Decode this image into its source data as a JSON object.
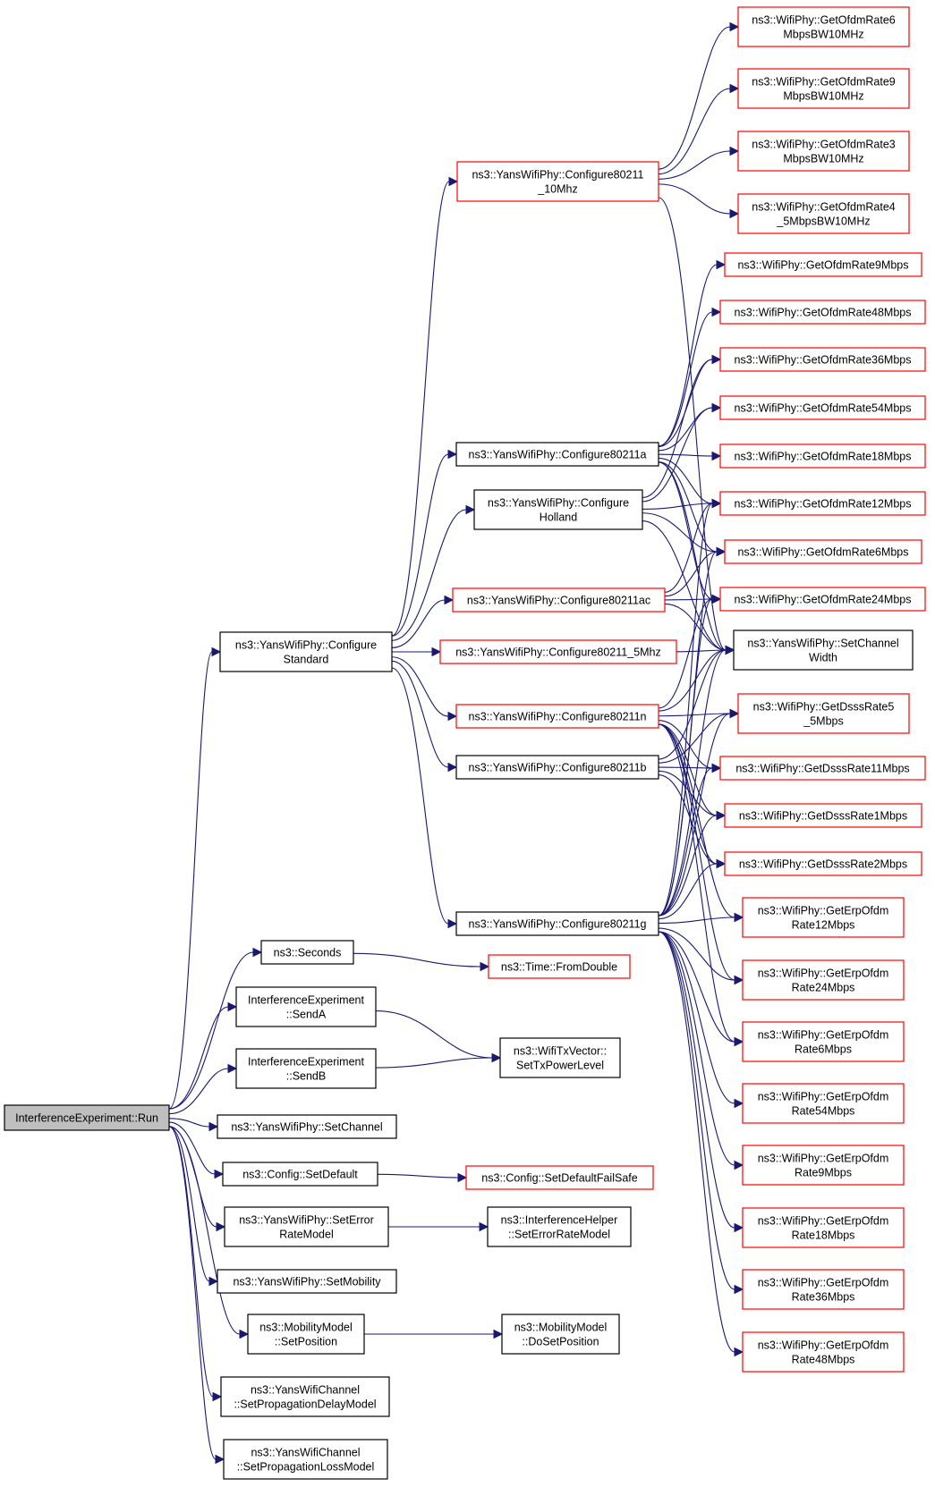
{
  "graph": {
    "nodes": [
      {
        "id": "run",
        "lines": [
          "InterferenceExperiment::Run"
        ],
        "style": "root"
      },
      {
        "id": "configstd",
        "lines": [
          "ns3::YansWifiPhy::Configure",
          "Standard"
        ],
        "style": "black"
      },
      {
        "id": "seconds",
        "lines": [
          "ns3::Seconds"
        ],
        "style": "black"
      },
      {
        "id": "senda",
        "lines": [
          "InterferenceExperiment",
          "::SendA"
        ],
        "style": "black"
      },
      {
        "id": "sendb",
        "lines": [
          "InterferenceExperiment",
          "::SendB"
        ],
        "style": "black"
      },
      {
        "id": "setchannel",
        "lines": [
          "ns3::YansWifiPhy::SetChannel"
        ],
        "style": "black"
      },
      {
        "id": "setdefault",
        "lines": [
          "ns3::Config::SetDefault"
        ],
        "style": "black"
      },
      {
        "id": "seterror",
        "lines": [
          "ns3::YansWifiPhy::SetError",
          "RateModel"
        ],
        "style": "black"
      },
      {
        "id": "setmobility",
        "lines": [
          "ns3::YansWifiPhy::SetMobility"
        ],
        "style": "black"
      },
      {
        "id": "setposition",
        "lines": [
          "ns3::MobilityModel",
          "::SetPosition"
        ],
        "style": "black"
      },
      {
        "id": "setpropdelay",
        "lines": [
          "ns3::YansWifiChannel",
          "::SetPropagationDelayModel"
        ],
        "style": "black"
      },
      {
        "id": "setproploss",
        "lines": [
          "ns3::YansWifiChannel",
          "::SetPropagationLossModel"
        ],
        "style": "black"
      },
      {
        "id": "c10mhz",
        "lines": [
          "ns3::YansWifiPhy::Configure80211",
          "_10Mhz"
        ],
        "style": "red"
      },
      {
        "id": "c11a",
        "lines": [
          "ns3::YansWifiPhy::Configure80211a"
        ],
        "style": "black"
      },
      {
        "id": "cholland",
        "lines": [
          "ns3::YansWifiPhy::Configure",
          "Holland"
        ],
        "style": "black"
      },
      {
        "id": "c11ac",
        "lines": [
          "ns3::YansWifiPhy::Configure80211ac"
        ],
        "style": "red"
      },
      {
        "id": "c5mhz",
        "lines": [
          "ns3::YansWifiPhy::Configure80211_5Mhz"
        ],
        "style": "red"
      },
      {
        "id": "c11n",
        "lines": [
          "ns3::YansWifiPhy::Configure80211n"
        ],
        "style": "red"
      },
      {
        "id": "c11b",
        "lines": [
          "ns3::YansWifiPhy::Configure80211b"
        ],
        "style": "black"
      },
      {
        "id": "c11g",
        "lines": [
          "ns3::YansWifiPhy::Configure80211g"
        ],
        "style": "black"
      },
      {
        "id": "fromdouble",
        "lines": [
          "ns3::Time::FromDouble"
        ],
        "style": "red"
      },
      {
        "id": "settxpower",
        "lines": [
          "ns3::WifiTxVector::",
          "SetTxPowerLevel"
        ],
        "style": "black"
      },
      {
        "id": "setdefaultfs",
        "lines": [
          "ns3::Config::SetDefaultFailSafe"
        ],
        "style": "red"
      },
      {
        "id": "iherror",
        "lines": [
          "ns3::InterferenceHelper",
          "::SetErrorRateModel"
        ],
        "style": "black"
      },
      {
        "id": "dosetpos",
        "lines": [
          "ns3::MobilityModel",
          "::DoSetPosition"
        ],
        "style": "black"
      },
      {
        "id": "r6bw10",
        "lines": [
          "ns3::WifiPhy::GetOfdmRate6",
          "MbpsBW10MHz"
        ],
        "style": "red"
      },
      {
        "id": "r9bw10",
        "lines": [
          "ns3::WifiPhy::GetOfdmRate9",
          "MbpsBW10MHz"
        ],
        "style": "red"
      },
      {
        "id": "r3bw10",
        "lines": [
          "ns3::WifiPhy::GetOfdmRate3",
          "MbpsBW10MHz"
        ],
        "style": "red"
      },
      {
        "id": "r45bw10",
        "lines": [
          "ns3::WifiPhy::GetOfdmRate4",
          "_5MbpsBW10MHz"
        ],
        "style": "red"
      },
      {
        "id": "o9",
        "lines": [
          "ns3::WifiPhy::GetOfdmRate9Mbps"
        ],
        "style": "red"
      },
      {
        "id": "o48",
        "lines": [
          "ns3::WifiPhy::GetOfdmRate48Mbps"
        ],
        "style": "red"
      },
      {
        "id": "o36",
        "lines": [
          "ns3::WifiPhy::GetOfdmRate36Mbps"
        ],
        "style": "red"
      },
      {
        "id": "o54",
        "lines": [
          "ns3::WifiPhy::GetOfdmRate54Mbps"
        ],
        "style": "red"
      },
      {
        "id": "o18",
        "lines": [
          "ns3::WifiPhy::GetOfdmRate18Mbps"
        ],
        "style": "red"
      },
      {
        "id": "o12",
        "lines": [
          "ns3::WifiPhy::GetOfdmRate12Mbps"
        ],
        "style": "red"
      },
      {
        "id": "o6",
        "lines": [
          "ns3::WifiPhy::GetOfdmRate6Mbps"
        ],
        "style": "red"
      },
      {
        "id": "o24",
        "lines": [
          "ns3::WifiPhy::GetOfdmRate24Mbps"
        ],
        "style": "red"
      },
      {
        "id": "setchw",
        "lines": [
          "ns3::YansWifiPhy::SetChannel",
          "Width"
        ],
        "style": "black"
      },
      {
        "id": "d55",
        "lines": [
          "ns3::WifiPhy::GetDsssRate5",
          "_5Mbps"
        ],
        "style": "red"
      },
      {
        "id": "d11",
        "lines": [
          "ns3::WifiPhy::GetDsssRate11Mbps"
        ],
        "style": "red"
      },
      {
        "id": "d1",
        "lines": [
          "ns3::WifiPhy::GetDsssRate1Mbps"
        ],
        "style": "red"
      },
      {
        "id": "d2",
        "lines": [
          "ns3::WifiPhy::GetDsssRate2Mbps"
        ],
        "style": "red"
      },
      {
        "id": "e12",
        "lines": [
          "ns3::WifiPhy::GetErpOfdm",
          "Rate12Mbps"
        ],
        "style": "red"
      },
      {
        "id": "e24",
        "lines": [
          "ns3::WifiPhy::GetErpOfdm",
          "Rate24Mbps"
        ],
        "style": "red"
      },
      {
        "id": "e6",
        "lines": [
          "ns3::WifiPhy::GetErpOfdm",
          "Rate6Mbps"
        ],
        "style": "red"
      },
      {
        "id": "e54",
        "lines": [
          "ns3::WifiPhy::GetErpOfdm",
          "Rate54Mbps"
        ],
        "style": "red"
      },
      {
        "id": "e9",
        "lines": [
          "ns3::WifiPhy::GetErpOfdm",
          "Rate9Mbps"
        ],
        "style": "red"
      },
      {
        "id": "e18",
        "lines": [
          "ns3::WifiPhy::GetErpOfdm",
          "Rate18Mbps"
        ],
        "style": "red"
      },
      {
        "id": "e36",
        "lines": [
          "ns3::WifiPhy::GetErpOfdm",
          "Rate36Mbps"
        ],
        "style": "red"
      },
      {
        "id": "e48",
        "lines": [
          "ns3::WifiPhy::GetErpOfdm",
          "Rate48Mbps"
        ],
        "style": "red"
      }
    ],
    "edges": [
      [
        "run",
        "configstd"
      ],
      [
        "run",
        "seconds"
      ],
      [
        "run",
        "senda"
      ],
      [
        "run",
        "sendb"
      ],
      [
        "run",
        "setchannel"
      ],
      [
        "run",
        "setdefault"
      ],
      [
        "run",
        "seterror"
      ],
      [
        "run",
        "setmobility"
      ],
      [
        "run",
        "setposition"
      ],
      [
        "run",
        "setpropdelay"
      ],
      [
        "run",
        "setproploss"
      ],
      [
        "configstd",
        "c10mhz"
      ],
      [
        "configstd",
        "c11a"
      ],
      [
        "configstd",
        "cholland"
      ],
      [
        "configstd",
        "c11ac"
      ],
      [
        "configstd",
        "c5mhz"
      ],
      [
        "configstd",
        "c11n"
      ],
      [
        "configstd",
        "c11b"
      ],
      [
        "configstd",
        "c11g"
      ],
      [
        "seconds",
        "fromdouble"
      ],
      [
        "senda",
        "settxpower"
      ],
      [
        "sendb",
        "settxpower"
      ],
      [
        "setdefault",
        "setdefaultfs"
      ],
      [
        "seterror",
        "iherror"
      ],
      [
        "setposition",
        "dosetpos"
      ],
      [
        "c10mhz",
        "r6bw10"
      ],
      [
        "c10mhz",
        "r9bw10"
      ],
      [
        "c10mhz",
        "r3bw10"
      ],
      [
        "c10mhz",
        "r45bw10"
      ],
      [
        "c10mhz",
        "setchw"
      ],
      [
        "c11a",
        "o9"
      ],
      [
        "c11a",
        "o48"
      ],
      [
        "c11a",
        "o36"
      ],
      [
        "c11a",
        "o54"
      ],
      [
        "c11a",
        "o18"
      ],
      [
        "c11a",
        "o12"
      ],
      [
        "c11a",
        "o6"
      ],
      [
        "c11a",
        "o24"
      ],
      [
        "c11a",
        "setchw"
      ],
      [
        "cholland",
        "o36"
      ],
      [
        "cholland",
        "o54"
      ],
      [
        "cholland",
        "o12"
      ],
      [
        "cholland",
        "o6"
      ],
      [
        "cholland",
        "setchw"
      ],
      [
        "c11ac",
        "o12"
      ],
      [
        "c11ac",
        "o6"
      ],
      [
        "c11ac",
        "o24"
      ],
      [
        "c11ac",
        "setchw"
      ],
      [
        "c5mhz",
        "setchw"
      ],
      [
        "c11n",
        "o24"
      ],
      [
        "c11n",
        "setchw"
      ],
      [
        "c11n",
        "d55"
      ],
      [
        "c11n",
        "d11"
      ],
      [
        "c11n",
        "d1"
      ],
      [
        "c11n",
        "d2"
      ],
      [
        "c11n",
        "e12"
      ],
      [
        "c11n",
        "e24"
      ],
      [
        "c11n",
        "e6"
      ],
      [
        "c11b",
        "d55"
      ],
      [
        "c11b",
        "d11"
      ],
      [
        "c11b",
        "d1"
      ],
      [
        "c11b",
        "d2"
      ],
      [
        "c11b",
        "setchw"
      ],
      [
        "c11g",
        "o12"
      ],
      [
        "c11g",
        "o6"
      ],
      [
        "c11g",
        "o24"
      ],
      [
        "c11g",
        "setchw"
      ],
      [
        "c11g",
        "d55"
      ],
      [
        "c11g",
        "d11"
      ],
      [
        "c11g",
        "d1"
      ],
      [
        "c11g",
        "d2"
      ],
      [
        "c11g",
        "e12"
      ],
      [
        "c11g",
        "e24"
      ],
      [
        "c11g",
        "e6"
      ],
      [
        "c11g",
        "e54"
      ],
      [
        "c11g",
        "e9"
      ],
      [
        "c11g",
        "e18"
      ],
      [
        "c11g",
        "e36"
      ],
      [
        "c11g",
        "e48"
      ]
    ]
  },
  "colors": {
    "edge": "#191970",
    "red_border": "#ff0000",
    "black_border": "#000000",
    "root_fill": "#bfbfbf"
  }
}
